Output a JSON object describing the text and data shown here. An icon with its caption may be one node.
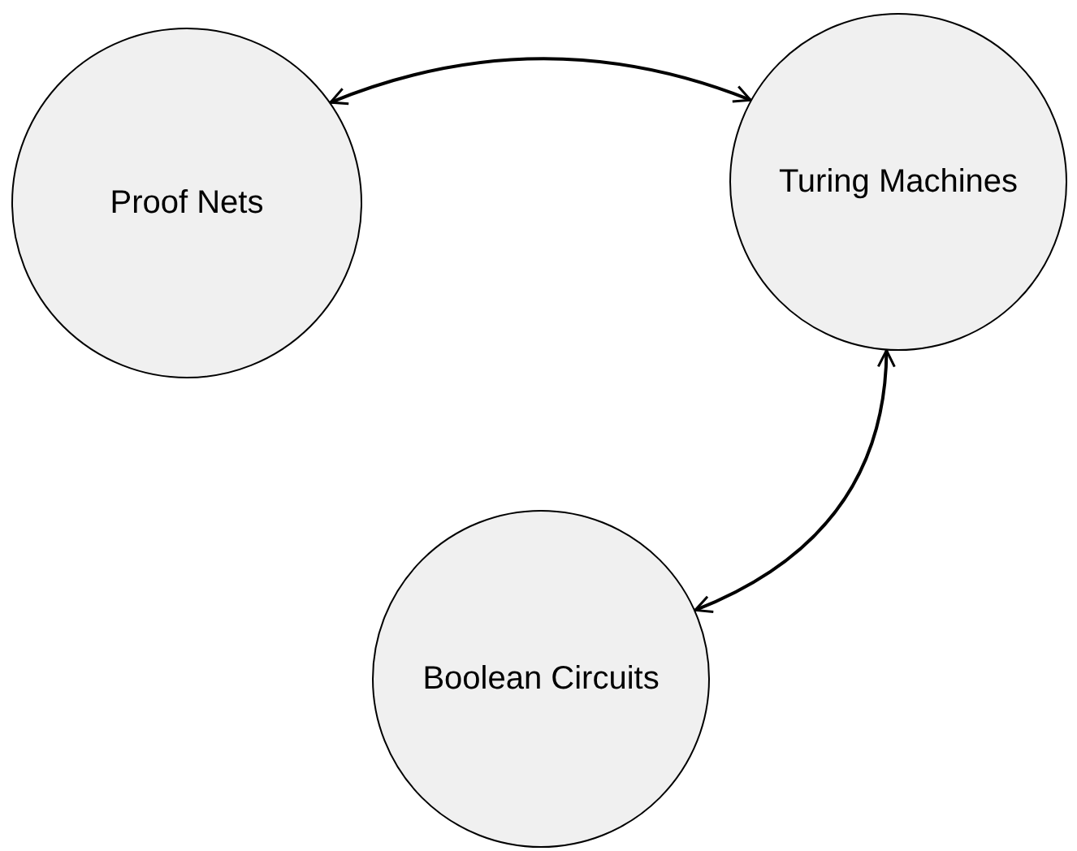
{
  "diagram": {
    "nodes": [
      {
        "text": [
          "Proof Nets"
        ]
      },
      {
        "text": [
          "Turing Machines"
        ]
      },
      {
        "text": [
          "Boolean Circuits"
        ]
      }
    ],
    "edges": [
      {
        "from": 0,
        "to": 1,
        "arrow": "both"
      },
      {
        "from": 1,
        "to": 2,
        "arrow": "both"
      }
    ]
  }
}
